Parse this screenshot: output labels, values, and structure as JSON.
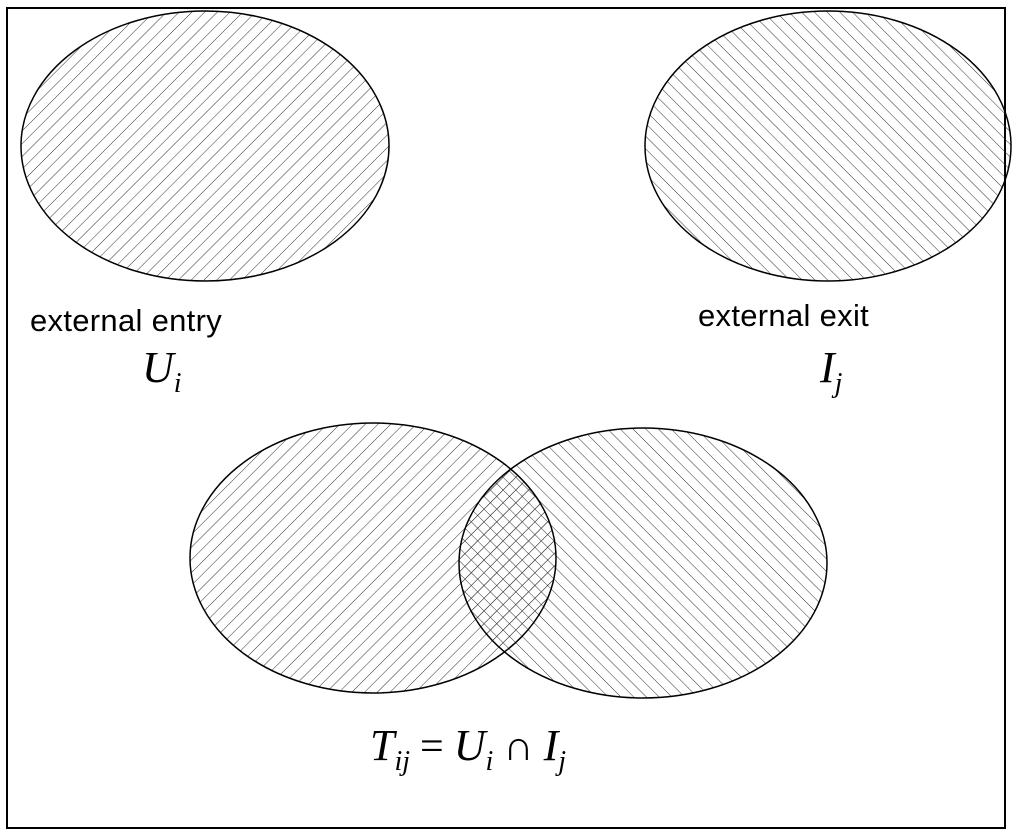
{
  "sets": {
    "entry": {
      "caption": "external entry",
      "symbol": "U",
      "subscript": "i"
    },
    "exit": {
      "caption": "external exit",
      "symbol": "I",
      "subscript": "j"
    }
  },
  "formula": {
    "lhs_symbol": "T",
    "lhs_subscript": "ij",
    "equals": "=",
    "u_symbol": "U",
    "u_subscript": "i",
    "intersect": "∩",
    "i_symbol": "I",
    "i_subscript": "j"
  }
}
